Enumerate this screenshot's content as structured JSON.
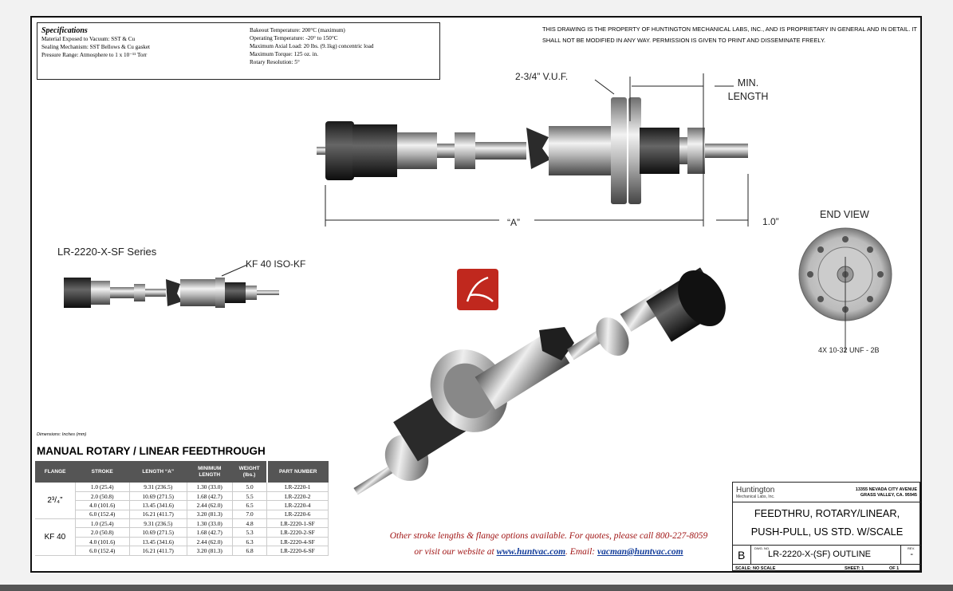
{
  "specs": {
    "title": "Specifications",
    "left": [
      "Material Exposed to Vacuum:  SST & Cu",
      "Sealing Mechanism:  SST Bellows & Cu gasket",
      "Pressure Range:  Atmosphere to 1 x 10⁻¹¹ Torr"
    ],
    "right": [
      "Bakeout Temperature:  200°C (maximum)",
      "Operating Temperature:  -20° to 150°C",
      "Maximum Axial Load:  20 lbs. (9.1kg) concentric load",
      "Maximum Torque:  125 oz. in.",
      "Rotary Resolution:  5°"
    ]
  },
  "notice": "THIS DRAWING IS THE PROPERTY OF HUNTINGTON MECHANICAL LABS, INC., AND IS PROPRIETARY IN GENERAL AND IN DETAIL.  IT SHALL NOT BE MODIFIED IN ANY WAY.  PERMISSION IS GIVEN TO PRINT AND DISSEMINATE FREELY.",
  "labels": {
    "vuf": "2-3/4” V.U.F.",
    "min_length_1": "MIN.",
    "min_length_2": "LENGTH",
    "a_dim": "“A”",
    "one_inch": "1.0”",
    "end_view": "END VIEW",
    "series": "LR-2220-X-SF  Series",
    "kf": "KF 40  ISO-KF",
    "thread": "4X 10-32 UNF - 2B",
    "dimensions": "Dimensions:  Inches (mm)"
  },
  "table": {
    "title": "MANUAL ROTARY / LINEAR FEEDTHROUGH",
    "headers": [
      "FLANGE",
      "STROKE",
      "LENGTH “A”",
      "MINIMUM LENGTH",
      "WEIGHT (lbs.)",
      "PART NUMBER"
    ],
    "groups": [
      {
        "flange": "2³/₄”",
        "rows": [
          [
            "1.0 (25.4)",
            "9.31 (236.5)",
            "1.30 (33.0)",
            "5.0",
            "LR-2220-1"
          ],
          [
            "2.0 (50.8)",
            "10.69 (271.5)",
            "1.68 (42.7)",
            "5.5",
            "LR-2220-2"
          ],
          [
            "4.0 (101.6)",
            "13.45 (341.6)",
            "2.44 (62.0)",
            "6.5",
            "LR-2220-4"
          ],
          [
            "6.0 (152.4)",
            "16.21 (411.7)",
            "3.20 (81.3)",
            "7.0",
            "LR-2220-6"
          ]
        ]
      },
      {
        "flange": "KF 40",
        "rows": [
          [
            "1.0 (25.4)",
            "9.31 (236.5)",
            "1.30 (33.0)",
            "4.8",
            "LR-2220-1-SF"
          ],
          [
            "2.0 (50.8)",
            "10.69 (271.5)",
            "1.68 (42.7)",
            "5.3",
            "LR-2220-2-SF"
          ],
          [
            "4.0 (101.6)",
            "13.45 (341.6)",
            "2.44 (62.0)",
            "6.3",
            "LR-2220-4-SF"
          ],
          [
            "6.0 (152.4)",
            "16.21 (411.7)",
            "3.20 (81.3)",
            "6.8",
            "LR-2220-6-SF"
          ]
        ]
      }
    ]
  },
  "note": {
    "line1": "Other stroke lengths & flange options available.  For quotes, please call 800-227-8059",
    "line2_pre": "or visit our website at ",
    "website": "www.huntvac.com",
    "line2_mid": ".  Email: ",
    "email": "vacman@huntvac.com"
  },
  "title_block": {
    "company": "Huntington",
    "company_sub": "Mechanical Labs, Inc.",
    "address1": "13355 NEVADA CITY AVENUE",
    "address2": "GRASS VALLEY, CA. 95945",
    "title1": "FEEDTHRU, ROTARY/LINEAR,",
    "title2": "PUSH-PULL, US STD. W/SCALE",
    "size": "B",
    "dwg_no_caption": "DWG. NO.",
    "dwg_no": "LR-2220-X-(SF) OUTLINE",
    "rev_caption": "REV.",
    "rev": "-",
    "scale": "SCALE:  NO SCALE",
    "sheet": "SHEET:  1",
    "of": "OF  1"
  },
  "icons": [
    "pdf-icon",
    "huntington-logo"
  ],
  "colors": {
    "note_red": "#a01515",
    "link_blue": "#123c9a",
    "pdf_red": "#c0281e",
    "table_header": "#555555"
  }
}
